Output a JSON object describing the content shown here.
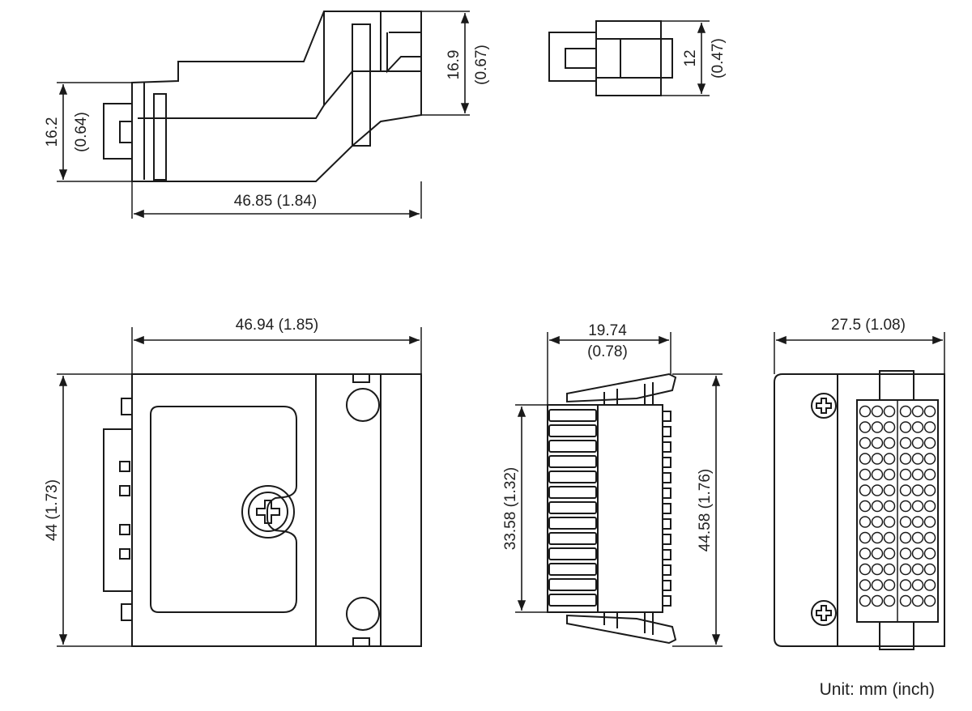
{
  "dims": {
    "top_side_height": "16.2",
    "top_side_height_in": "(0.64)",
    "top_side_width": "46.85 (1.84)",
    "top_right_height": "16.9",
    "top_right_height_in": "(0.67)",
    "small_height": "12",
    "small_height_in": "(0.47)",
    "front_width": "46.94 (1.85)",
    "front_height": "44 (1.73)",
    "side_width": "19.74",
    "side_width_in": "(0.78)",
    "side_inner_height": "33.58 (1.32)",
    "side_outer_height": "44.58 (1.76)",
    "terminal_width": "27.5 (1.08)"
  },
  "unit_note": "Unit: mm (inch)"
}
